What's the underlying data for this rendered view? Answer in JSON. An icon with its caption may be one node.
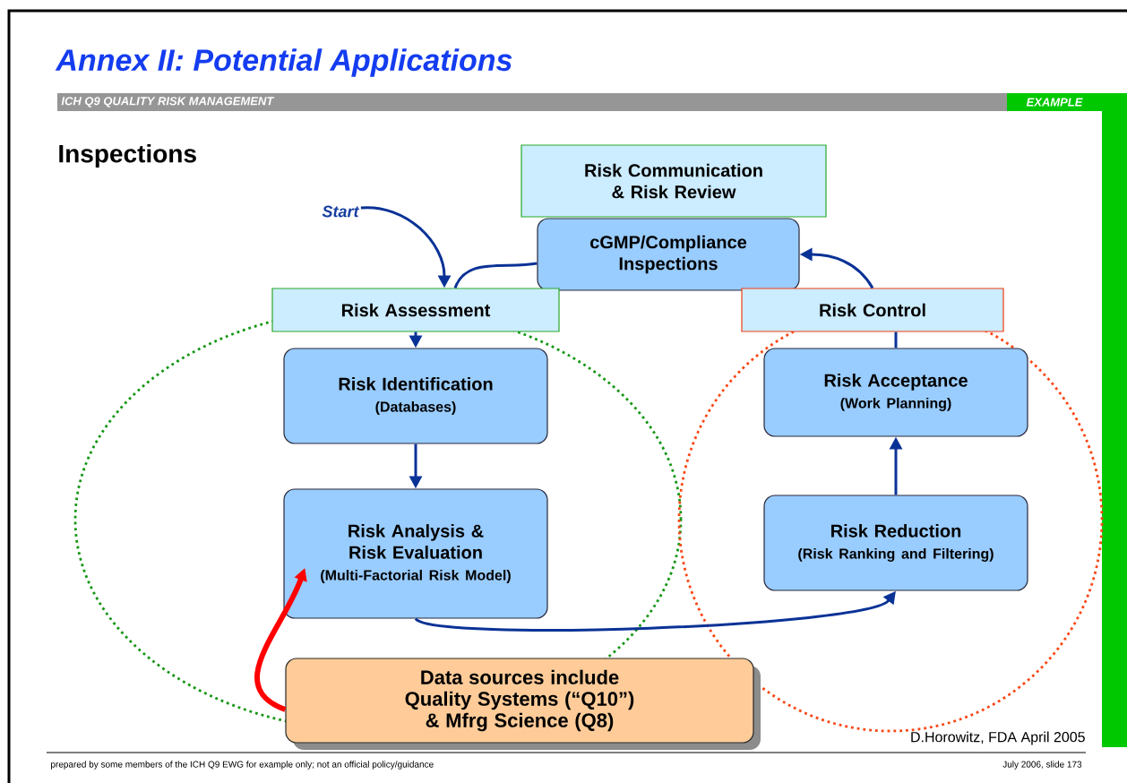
{
  "diagram": {
    "title": "Annex II: Potential Applications",
    "nodes": [
      {
        "text": [
          "Risk Communication & Risk Review"
        ]
      },
      {
        "text": [
          "cGMP/Compliance Inspections"
        ]
      },
      {
        "text": [
          "Risk Assessment"
        ]
      },
      {
        "text": [
          "Risk Control"
        ]
      },
      {
        "text": [
          "Risk Identification",
          "(Databases)"
        ]
      },
      {
        "text": [
          "Risk Analysis & Risk Evaluation",
          "(Multi-Factorial Risk Model)"
        ]
      },
      {
        "text": [
          "Risk Acceptance",
          "(Work Planning)"
        ]
      },
      {
        "text": [
          "Risk Reduction",
          "(Risk Ranking and Filtering)"
        ]
      },
      {
        "text": [
          "Data sources include Quality Systems (“Q10”) & Mfrg Science (Q8)"
        ]
      },
      {
        "text": [
          "Start"
        ]
      }
    ],
    "edges": [
      {
        "from": 9,
        "to": 2,
        "arrow": "to"
      },
      {
        "from": 2,
        "to": 4,
        "arrow": "to"
      },
      {
        "from": 4,
        "to": 5,
        "arrow": "to"
      },
      {
        "from": 5,
        "to": 7,
        "arrow": "to"
      },
      {
        "from": 7,
        "to": 6,
        "arrow": "to"
      },
      {
        "from": 6,
        "to": 3,
        "arrow": "none"
      },
      {
        "from": 3,
        "to": 1,
        "arrow": "to"
      },
      {
        "from": 1,
        "to": 2,
        "arrow": "none"
      },
      {
        "from": 8,
        "to": 5,
        "arrow": "to",
        "style": "thick",
        "color": "#ff0000"
      }
    ],
    "labels": [
      "ICH Q9 QUALITY RISK MANAGEMENT",
      "EXAMPLE",
      "Inspections",
      "D.Horowitz, FDA April 2005",
      "prepared by some members of the ICH Q9 EWG for example only; not an official policy/guidance",
      "July 2006, slide 173"
    ]
  }
}
